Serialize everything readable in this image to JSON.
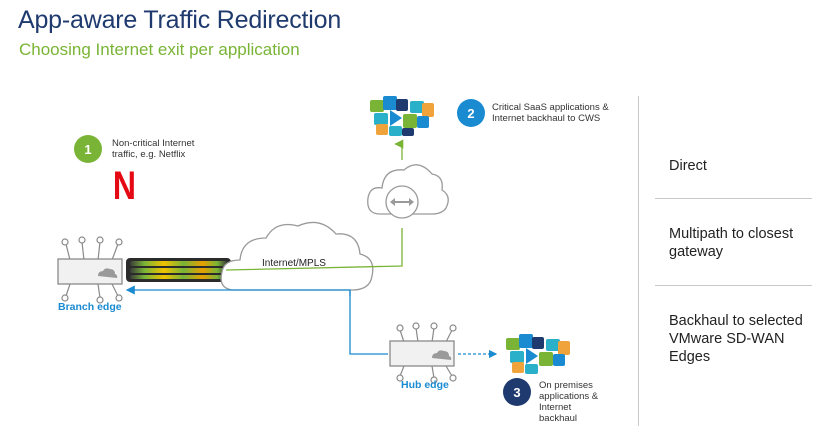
{
  "header": {
    "title": "App-aware Traffic Redirection",
    "subtitle": "Choosing Internet exit per application"
  },
  "badges": [
    {
      "number": "1",
      "text": "Non-critical Internet traffic, e.g. Netflix",
      "color": "#79b436"
    },
    {
      "number": "2",
      "text": "Critical SaaS applications & Internet backhaul to CWS",
      "color": "#1a8ad1"
    },
    {
      "number": "3",
      "text": "On premises applications & Internet backhaul",
      "color": "#1f3a6e"
    }
  ],
  "labels": {
    "branch_edge": "Branch edge",
    "hub_edge": "Hub edge",
    "cloud": "Internet/MPLS",
    "netflix_logo": "N"
  },
  "right_panel": {
    "items": [
      "Direct",
      "Multipath to closest gateway",
      "Backhaul to selected VMware SD-WAN Edges"
    ]
  },
  "colors": {
    "title": "#1f3a6e",
    "accent_green": "#79b436",
    "accent_blue": "#1a8ad1",
    "dark_blue": "#1f3a6e",
    "netflix_red": "#e50914"
  }
}
